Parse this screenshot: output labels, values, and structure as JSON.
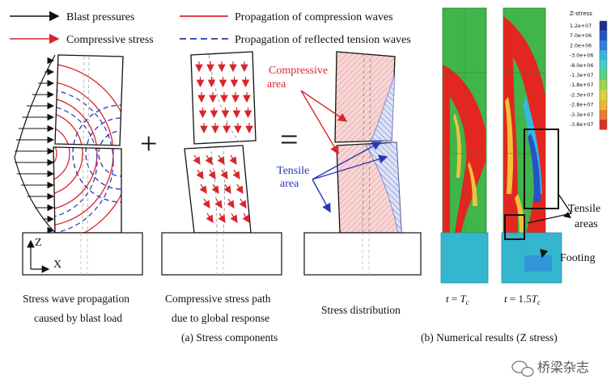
{
  "legend": {
    "blast": "Blast pressures",
    "compressive_stress": "Compressive stress",
    "compression_waves": "Propagation of compression waves",
    "tension_waves": "Propagation of reflected tension waves"
  },
  "colors": {
    "red": "#d8262b",
    "blue": "#2a36b8",
    "fem_green": "#3fb54a",
    "fem_red": "#e3261f",
    "footing": "#34b6cf"
  },
  "axes": {
    "z": "Z",
    "x": "X"
  },
  "symbols": {
    "plus": "+",
    "equals": "="
  },
  "annotations": {
    "compressive_1": "Compressive",
    "compressive_2": "area",
    "tensile_1": "Tensile",
    "tensile_2": "area",
    "tensile_areas_1": "Tensile",
    "tensile_areas_2": "areas",
    "footing": "Footing"
  },
  "captions": {
    "p1_line1": "Stress wave propagation",
    "p1_line2": "caused by blast load",
    "p2_line1": "Compressive stress path",
    "p2_line2": "due to global response",
    "p3": "Stress distribution",
    "a": "(a) Stress components",
    "b": "(b) Numerical results (Z stress)"
  },
  "time_labels": {
    "t1_left": "t",
    "t1_eq": " = ",
    "t1_right": "T",
    "t1_sub": "c",
    "t2_left": "t",
    "t2_eq": " = 1.5",
    "t2_right": "T",
    "t2_sub": "c"
  },
  "colorbar": {
    "title": "Z-stress",
    "ticks": [
      "1.2e+07",
      "7.0e+06",
      "2.0e+06",
      "-3.0e+06",
      "-8.0e+06",
      "-1.3e+07",
      "-1.8e+07",
      "-2.3e+07",
      "-2.8e+07",
      "-3.3e+07",
      "-3.8e+07"
    ],
    "colors": [
      "#1c2c9c",
      "#2453c8",
      "#2f7fe0",
      "#35b7e6",
      "#3fd0c0",
      "#58d27c",
      "#9bd54a",
      "#d7d63a",
      "#f3b531",
      "#ee7a2a",
      "#e0321f"
    ]
  },
  "watermark": "桥梁杂志"
}
